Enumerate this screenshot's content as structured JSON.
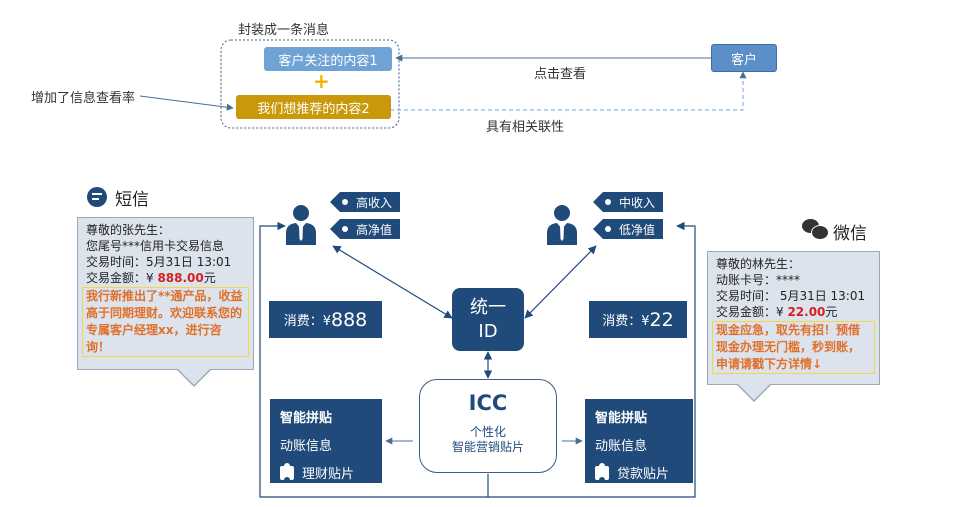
{
  "top": {
    "wrap_label": "封装成一条消息",
    "content1": "客户关注的内容1",
    "plus": "+",
    "content2": "我们想推荐的内容2",
    "customer": "客户",
    "click_view": "点击查看",
    "related": "具有相关联性",
    "increase": "增加了信息查看率"
  },
  "sms": {
    "title": "短信",
    "lines": [
      "尊敬的张先生：",
      "您尾号***信用卡交易信息",
      "交易时间：5月31日 13:01"
    ],
    "amount_label": "交易金额：¥ ",
    "amount_value": "888.00",
    "amount_unit": "元",
    "promo": "我行新推出了**通产品，收益高于同期理财。欢迎联系您的专属客户经理xx，进行咨询！"
  },
  "wechat": {
    "title": "微信",
    "lines": [
      "尊敬的林先生：",
      "动账卡号：****",
      "交易时间：   5月31日 13:01"
    ],
    "amount_label": "交易金额：¥ ",
    "amount_value": "22.00",
    "amount_unit": "元",
    "promo": "现金应急，取先有招！预借现金办理无门槛，秒到账，申请请戳下方详情↓"
  },
  "left_user": {
    "tags": [
      "高收入",
      "高净值"
    ],
    "spend": "消费：¥ ",
    "spend_value": "888"
  },
  "right_user": {
    "tags": [
      "中收入",
      "低净值"
    ],
    "spend": "消费：¥",
    "spend_value": "22"
  },
  "center": {
    "id_line1": "统一",
    "id_line2": "ID",
    "icc": "ICC",
    "icc_sub1": "个性化",
    "icc_sub2": "智能营销贴片"
  },
  "left_panel": {
    "title": "智能拼贴",
    "row1": "动账信息",
    "row2": "理财贴片"
  },
  "right_panel": {
    "title": "智能拼贴",
    "row1": "动账信息",
    "row2": "贷款贴片"
  },
  "colors": {
    "navy": "#1f4a7a",
    "light_blue": "#6fa3d6",
    "gold": "#c9980b",
    "orange": "#e0702a",
    "red": "#d42020"
  }
}
